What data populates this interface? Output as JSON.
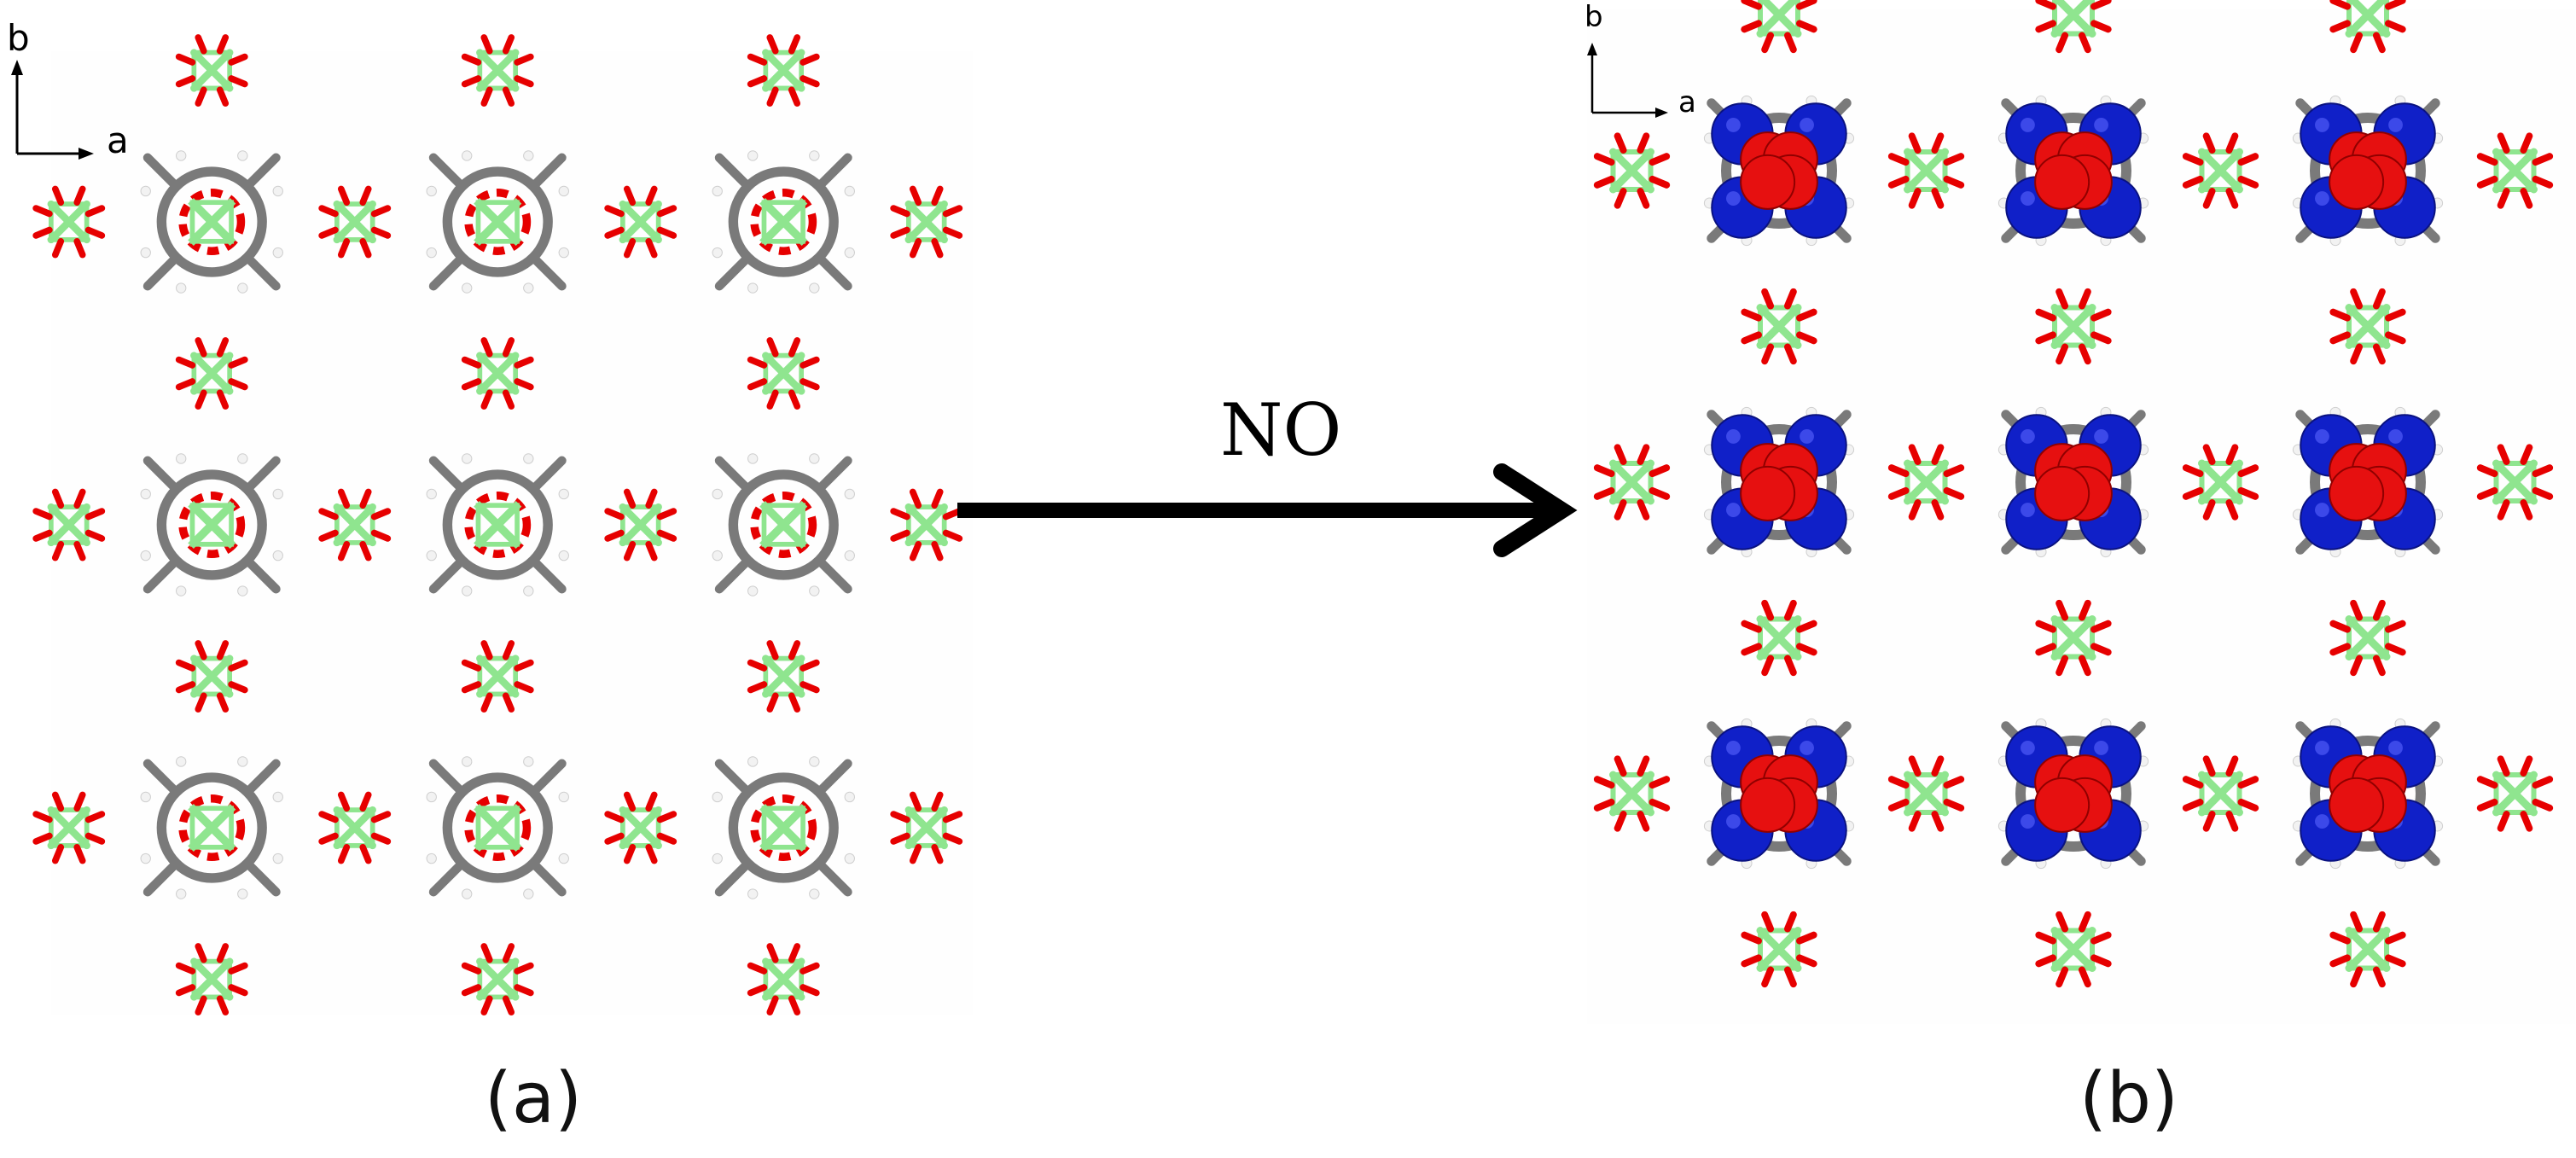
{
  "panel_a": {
    "axis_b": "b",
    "axis_a": "a",
    "caption": "(a)"
  },
  "panel_b": {
    "axis_b": "b",
    "axis_a": "a",
    "caption": "(b)"
  },
  "reaction_arrow": {
    "label": "NO"
  },
  "colors": {
    "background": "#ffffff",
    "metal_atom": "#8fe58f",
    "oxygen_atom": "#e60000",
    "carbon_bond": "#7a7a7a",
    "hydrogen_atom": "#f2f2f2",
    "adsorbed_oxygen": "#e61010",
    "adsorbed_nitrogen": "#1020c8",
    "arrow": "#000000"
  },
  "lattice": {
    "rows": 3,
    "cols": 3
  }
}
